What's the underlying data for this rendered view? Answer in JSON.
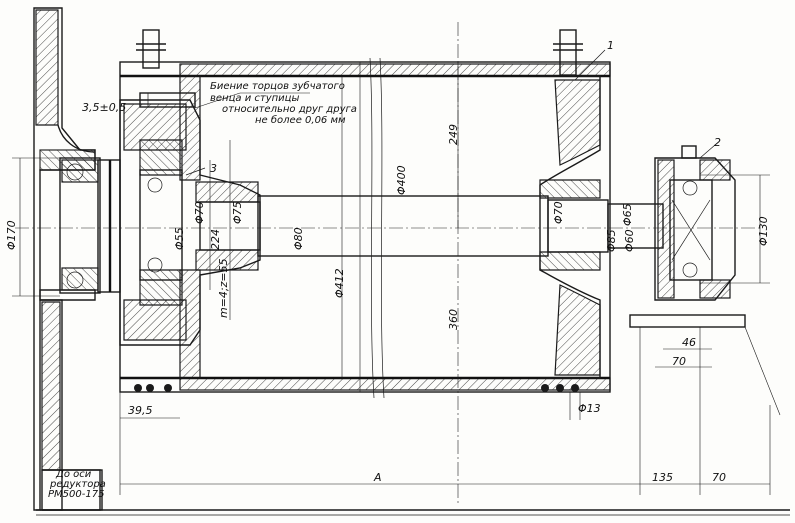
{
  "title_note": {
    "line1": "Биение торцов зубчатого",
    "line2": "венца и ступицы",
    "line3": "относительно друг друга",
    "line4": "не более 0,06 мм"
  },
  "reducer_label": {
    "line1": "До оси",
    "line2": "редуктора",
    "line3": "РМ500-175"
  },
  "callouts": {
    "c1": "1",
    "c2": "2",
    "c3": "3"
  },
  "dimensions": {
    "gap": "3,5±0,5",
    "d170": "Φ170",
    "d55": "Φ55",
    "d70_left": "Φ70",
    "d75": "Φ75",
    "d224": "224",
    "gear": "m=4;z=55",
    "d80": "Φ80",
    "d400": "Φ400",
    "d412": "Φ412",
    "h249": "249",
    "h360": "360",
    "d70_right": "Φ70",
    "d85": "Φ85",
    "d65": "Φ65",
    "d60": "Φ60",
    "d130": "Φ130",
    "w46": "46",
    "w70_brg": "70",
    "w39_5": "39,5",
    "d13": "Φ13",
    "A": "A",
    "w135": "135",
    "w70_bottom": "70"
  }
}
